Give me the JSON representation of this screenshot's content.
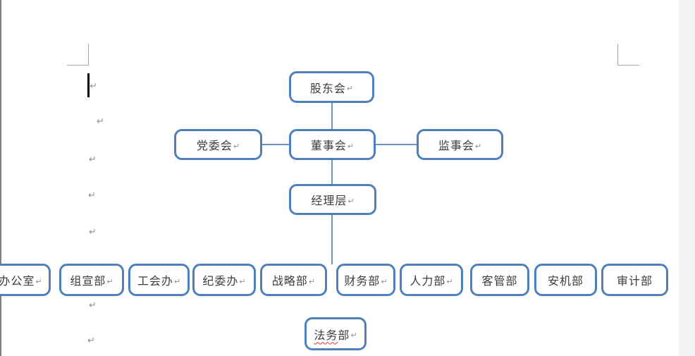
{
  "colors": {
    "box_border": "#4e80bc",
    "connector": "#6b90c3",
    "box_text": "#3c3c3c",
    "formatting_mark": "#8f8f8f",
    "margin_mark": "#a8a8a8",
    "cursor": "#000000",
    "spellcheck": "#e03131",
    "page_edge": "#808080",
    "right_gutter": "#f2f2f2"
  },
  "formatting": {
    "pilcrow": "↵"
  },
  "org_chart": {
    "root": {
      "label": "股东会",
      "pilcrow": true
    },
    "level2": [
      {
        "label": "党委会",
        "pilcrow": true
      },
      {
        "label": "董事会",
        "pilcrow": true
      },
      {
        "label": "监事会",
        "pilcrow": true
      }
    ],
    "level3": {
      "label": "经理层",
      "pilcrow": true
    },
    "departments": [
      {
        "label": "办公室",
        "pilcrow": true
      },
      {
        "label": "组宣部",
        "pilcrow": true
      },
      {
        "label": "工会办",
        "pilcrow": true
      },
      {
        "label": "纪委办",
        "pilcrow": true
      },
      {
        "label": "战略部",
        "pilcrow": true
      },
      {
        "label": "财务部",
        "pilcrow": true
      },
      {
        "label": "人力部",
        "pilcrow": true
      },
      {
        "label": "客管部",
        "pilcrow": false
      },
      {
        "label": "安机部",
        "pilcrow": false
      },
      {
        "label": "审计部",
        "pilcrow": false
      }
    ],
    "legal": {
      "misspelled_part": "法务",
      "normal_part": "部",
      "pilcrow": true
    }
  }
}
